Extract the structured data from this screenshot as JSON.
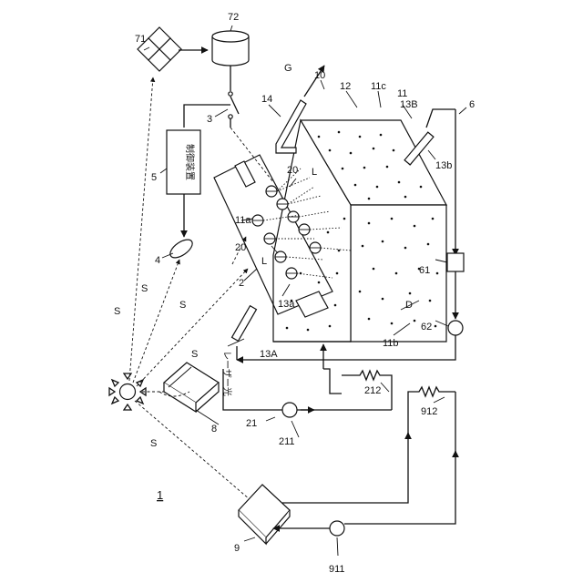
{
  "labels": {
    "system": "1",
    "laser_device": "2",
    "switch": "3",
    "wire_4": "4",
    "controller": "5",
    "controller_text": "制御装置",
    "circulation_6": "6",
    "tank": "10",
    "tank_11": "11",
    "window_11a": "11a",
    "bottom_11b": "11b",
    "top_11c": "11c",
    "medium": "12",
    "window_13a": "13a",
    "port_13A": "13A",
    "port_13B": "13B",
    "port_13b": "13b",
    "pipe_14": "14",
    "lens_20a": "20",
    "lens_20b": "20",
    "loop_21": "21",
    "pump_211": "211",
    "heater_212": "212",
    "pump_62": "62",
    "filter_61": "61",
    "solar_71": "71",
    "battery_72": "72",
    "collector_8": "8",
    "plate_9": "9",
    "pump_911": "911",
    "heater_912": "912",
    "gas_G": "G",
    "region_D": "D",
    "beam_L1": "L",
    "beam_L2": "L",
    "laser_text": "レーザー光",
    "sun_S1": "S",
    "sun_S2": "S",
    "sun_S3": "S",
    "sun_S4": "S",
    "sun_S5": "S"
  }
}
